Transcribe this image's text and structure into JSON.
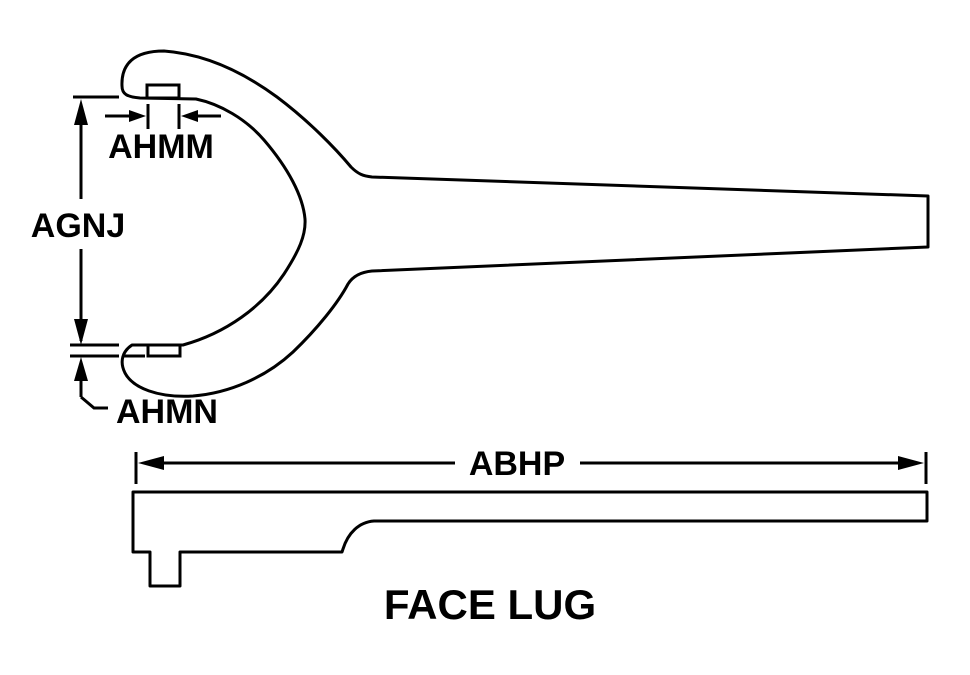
{
  "drawing": {
    "title": "FACE LUG",
    "colors": {
      "line": "#000000",
      "background": "#ffffff"
    },
    "top_view": {
      "labels": {
        "lug_width": "AHMM",
        "jaw_opening": "AGNJ",
        "lug_height": "AHMN"
      }
    },
    "side_view": {
      "labels": {
        "overall_length": "ABHP"
      }
    }
  }
}
